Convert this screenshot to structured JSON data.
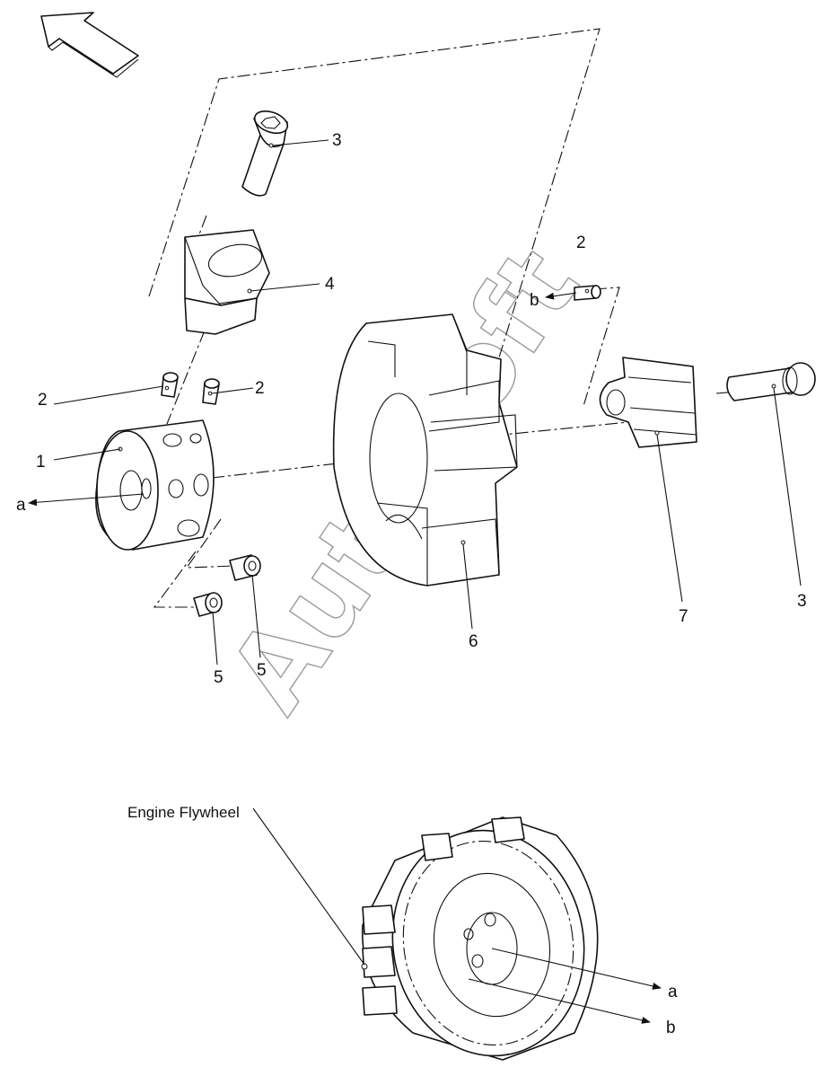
{
  "diagram": {
    "callouts": {
      "c1": "1",
      "c2a": "2",
      "c2b": "2",
      "c2c": "2",
      "c3a": "3",
      "c3b": "3",
      "c4": "4",
      "c5a": "5",
      "c5b": "5",
      "c6": "6",
      "c7": "7",
      "ca_top": "a",
      "cb_top": "b",
      "ca_bottom": "a",
      "cb_bottom": "b"
    },
    "flywheel_label": "Engine Flywheel",
    "watermark": "AutoSoft"
  },
  "colors": {
    "line": "#111111",
    "watermark_outline": "#9a9a9a",
    "background": "#ffffff"
  },
  "icons": {
    "orientation_arrow": "outline-arrow-icon"
  }
}
